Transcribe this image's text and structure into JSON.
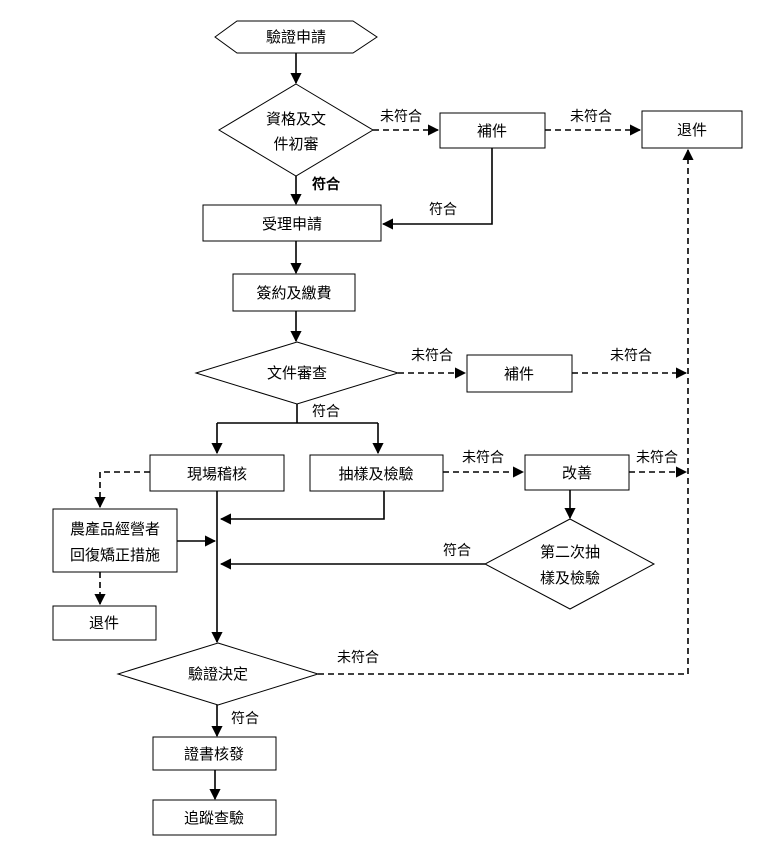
{
  "nodes": {
    "start": "驗證申請",
    "check1_line1": "資格及文",
    "check1_line2": "件初審",
    "supplement1": "補件",
    "reject1": "退件",
    "accept": "受理申請",
    "contract": "簽約及繳費",
    "docreview": "文件審查",
    "supplement2": "補件",
    "onsite": "現場稽核",
    "sampling": "抽樣及檢驗",
    "improve": "改善",
    "corrective_line1": "農產品經營者",
    "corrective_line2": "回復矯正措施",
    "second_line1": "第二次抽",
    "second_line2": "樣及檢驗",
    "reject2": "退件",
    "decision": "驗證決定",
    "certificate": "證書核發",
    "tracking": "追蹤查驗"
  },
  "edge_labels": {
    "notmatch_check1": "未符合",
    "notmatch_supp1": "未符合",
    "match_check1": "符合",
    "match_supp1": "符合",
    "notmatch_docreview": "未符合",
    "notmatch_supp2": "未符合",
    "match_docreview": "符合",
    "notmatch_sampling": "未符合",
    "notmatch_improve": "未符合",
    "match_second": "符合",
    "notmatch_decision": "未符合",
    "match_decision": "符合"
  }
}
